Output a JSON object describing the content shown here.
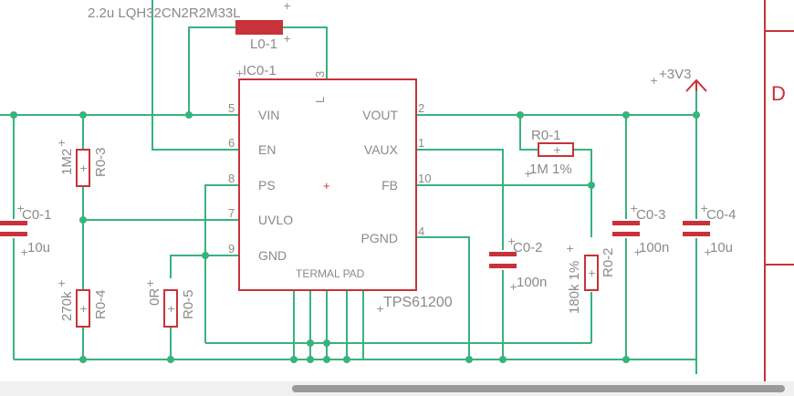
{
  "inductor": {
    "value_text": "2.2u LQH32CN2R2M33L",
    "name": "L0-1"
  },
  "ic": {
    "name": "IC0-1",
    "part": "TPS61200",
    "pad_text": "TERMAL PAD",
    "pins": {
      "vin": {
        "num": "5",
        "label": "VIN"
      },
      "en": {
        "num": "6",
        "label": "EN"
      },
      "ps": {
        "num": "8",
        "label": "PS"
      },
      "uvlo": {
        "num": "7",
        "label": "UVLO"
      },
      "gnd": {
        "num": "9",
        "label": "GND"
      },
      "l": {
        "num": "3",
        "label": "L"
      },
      "vout": {
        "num": "2",
        "label": "VOUT"
      },
      "vaux": {
        "num": "1",
        "label": "VAUX"
      },
      "fb": {
        "num": "10",
        "label": "FB"
      },
      "pgnd": {
        "num": "4",
        "label": "PGND"
      }
    }
  },
  "supply": {
    "label": "+3V3"
  },
  "components": {
    "r03": {
      "name": "R0-3",
      "value": "1M2"
    },
    "r04": {
      "name": "R0-4",
      "value": "270k"
    },
    "r05": {
      "name": "R0-5",
      "value": "0R"
    },
    "r01": {
      "name": "R0-1",
      "value": "1M 1%"
    },
    "r02": {
      "name": "R0-2",
      "value": "180k 1%"
    },
    "c01": {
      "name": "C0-1",
      "value": "10u"
    },
    "c02": {
      "name": "C0-2",
      "value": "100n"
    },
    "c03": {
      "name": "C0-3",
      "value": "100n"
    },
    "c04": {
      "name": "C0-4",
      "value": "10u"
    }
  },
  "frame": {
    "letter": "D"
  },
  "colors": {
    "wire": "#37b37e",
    "part": "#c8323a",
    "text": "#8a8a8a"
  }
}
